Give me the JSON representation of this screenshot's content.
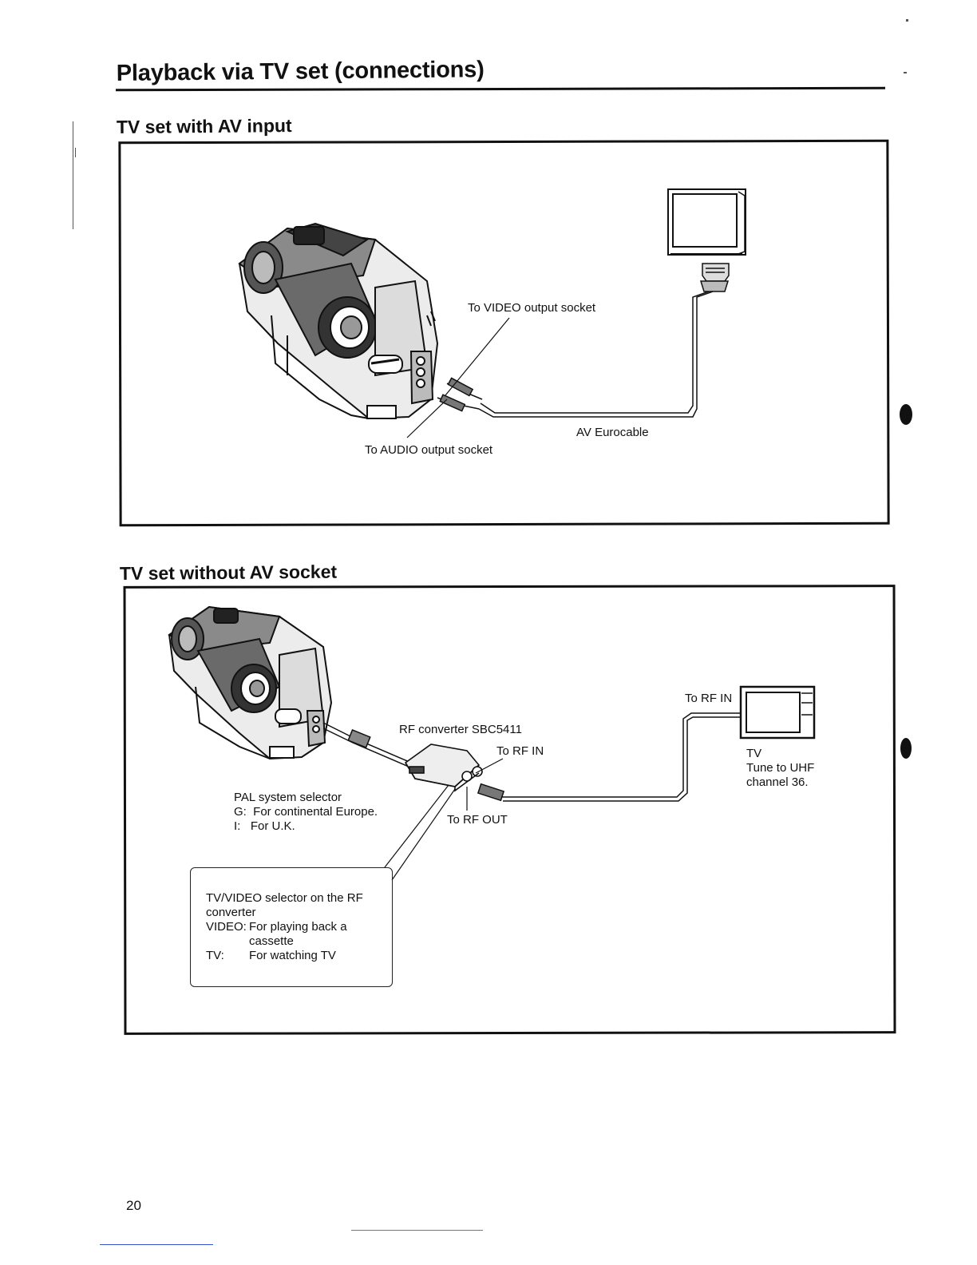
{
  "page": {
    "title": "Playback via TV set (connections)",
    "number": "20"
  },
  "section_av_input": {
    "heading": "TV set with AV input",
    "labels": {
      "video_socket": "To VIDEO output socket",
      "audio_socket": "To AUDIO output socket",
      "cable": "AV Eurocable"
    }
  },
  "section_no_av": {
    "heading": "TV set without AV socket",
    "labels": {
      "rf_converter": "RF converter SBC5411",
      "to_rf_in_converter": "To RF IN",
      "to_rf_in_tv": "To RF IN",
      "to_rf_out": "To RF OUT",
      "tv_lines": [
        "TV",
        "Tune to UHF",
        "channel 36."
      ],
      "pal_lines": [
        "PAL system selector",
        "G:  For continental Europe.",
        "I:   For U.K."
      ]
    },
    "note": {
      "lines": [
        "TV/VIDEO selector on the RF",
        "converter"
      ],
      "rows": [
        {
          "key": "VIDEO:",
          "lines": [
            "For playing back a",
            "cassette"
          ]
        },
        {
          "key": "TV:",
          "lines": [
            "For watching TV"
          ]
        }
      ]
    }
  }
}
